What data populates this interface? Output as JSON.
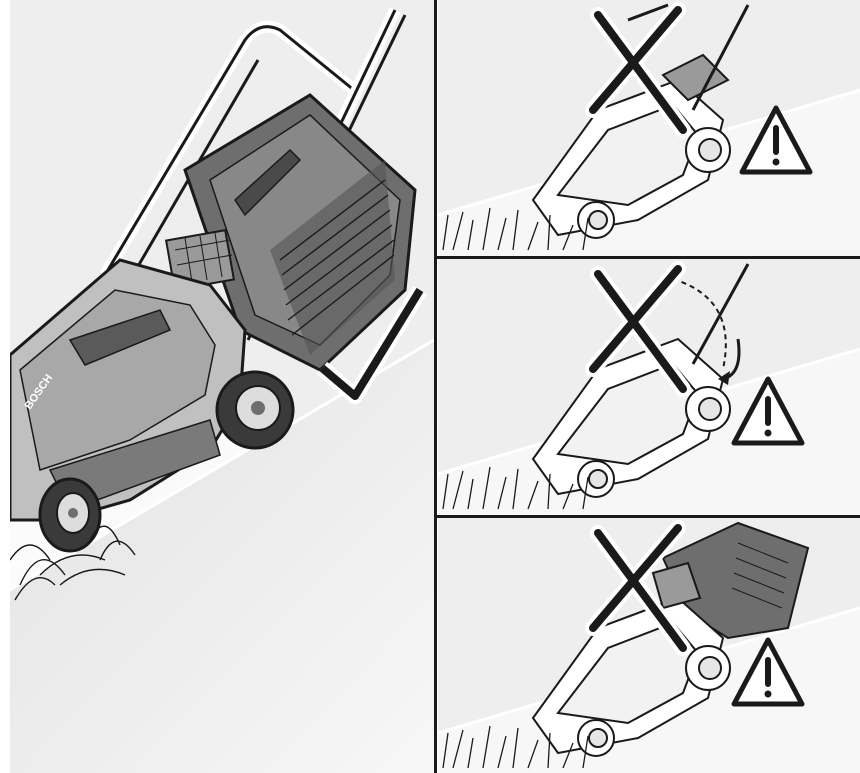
{
  "brand_label": "BOSCH",
  "colors": {
    "mower_dark": "#6e6e6e",
    "mower_mid": "#9a9a9a",
    "mower_light": "#c8c8c8",
    "outline": "#1a1a1a",
    "slope_shade": "#d6d6d6",
    "border": "#1a1a1a"
  },
  "panels": [
    {
      "id": "main",
      "mark": "check-mark-icon"
    },
    {
      "id": "top-right",
      "mark": "cross-mark-icon",
      "warning": "warning-triangle-icon"
    },
    {
      "id": "middle-right",
      "mark": "cross-mark-icon",
      "warning": "warning-triangle-icon"
    },
    {
      "id": "bottom-right",
      "mark": "cross-mark-icon",
      "warning": "warning-triangle-icon"
    }
  ]
}
